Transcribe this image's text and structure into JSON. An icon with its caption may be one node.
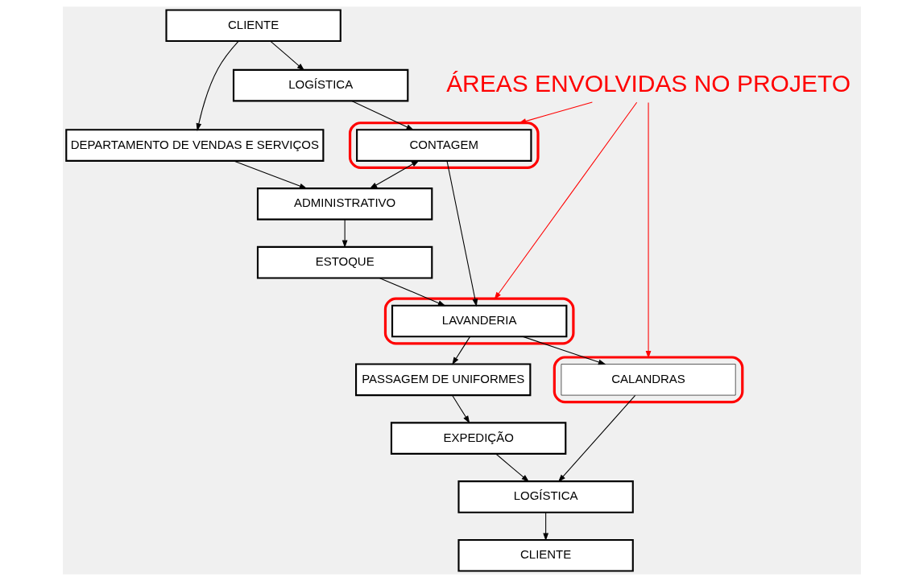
{
  "diagram": {
    "nodes": [
      {
        "text": [
          "CLIENTE"
        ]
      },
      {
        "text": [
          "LOGÍSTICA"
        ]
      },
      {
        "text": [
          "DEPARTAMENTO DE VENDAS E SERVIÇOS"
        ]
      },
      {
        "text": [],
        "shape": "ellipse"
      },
      {
        "text": [
          "CONTAGEM"
        ],
        "in": 3
      },
      {
        "text": [
          "ADMINISTRATIVO"
        ]
      },
      {
        "text": [
          "ESTOQUE"
        ]
      },
      {
        "text": [],
        "shape": "ellipse"
      },
      {
        "text": [
          "LAVANDERIA"
        ],
        "in": 7
      },
      {
        "text": [
          "PASSAGEM DE UNIFORMES"
        ]
      },
      {
        "text": [],
        "shape": "ellipse"
      },
      {
        "text": [
          "CALANDRAS"
        ],
        "in": 10
      },
      {
        "text": [
          "EXPEDIÇÃO"
        ]
      },
      {
        "text": [
          "LOGÍSTICA"
        ]
      },
      {
        "text": [
          "CLIENTE"
        ]
      },
      {
        "text": [
          "ÁREAS ENVOLVIDAS NO PROJETO"
        ]
      }
    ],
    "edges": [
      {
        "from": 0,
        "to": 1,
        "arrow": "to"
      },
      {
        "from": 0,
        "to": 2,
        "arrow": "to"
      },
      {
        "from": 1,
        "to": 4,
        "arrow": "to"
      },
      {
        "from": 2,
        "to": 5,
        "arrow": "to"
      },
      {
        "from": 4,
        "to": 5,
        "arrow": "both"
      },
      {
        "from": 5,
        "to": 6,
        "arrow": "to"
      },
      {
        "from": 4,
        "to": 8,
        "arrow": "to"
      },
      {
        "from": 6,
        "to": 8,
        "arrow": "to"
      },
      {
        "from": 8,
        "to": 9,
        "arrow": "to"
      },
      {
        "from": 8,
        "to": 11,
        "arrow": "to"
      },
      {
        "from": 9,
        "to": 12,
        "arrow": "to"
      },
      {
        "from": 11,
        "to": 13,
        "arrow": "to"
      },
      {
        "from": 12,
        "to": 13,
        "arrow": "to"
      },
      {
        "from": 13,
        "to": 14,
        "arrow": "to"
      },
      {
        "from": 15,
        "to": 3,
        "arrow": "to",
        "color": "#ff0000"
      },
      {
        "from": 15,
        "to": 7,
        "arrow": "to",
        "color": "#ff0000"
      },
      {
        "from": 15,
        "to": 10,
        "arrow": "to",
        "color": "#ff0000"
      }
    ]
  }
}
